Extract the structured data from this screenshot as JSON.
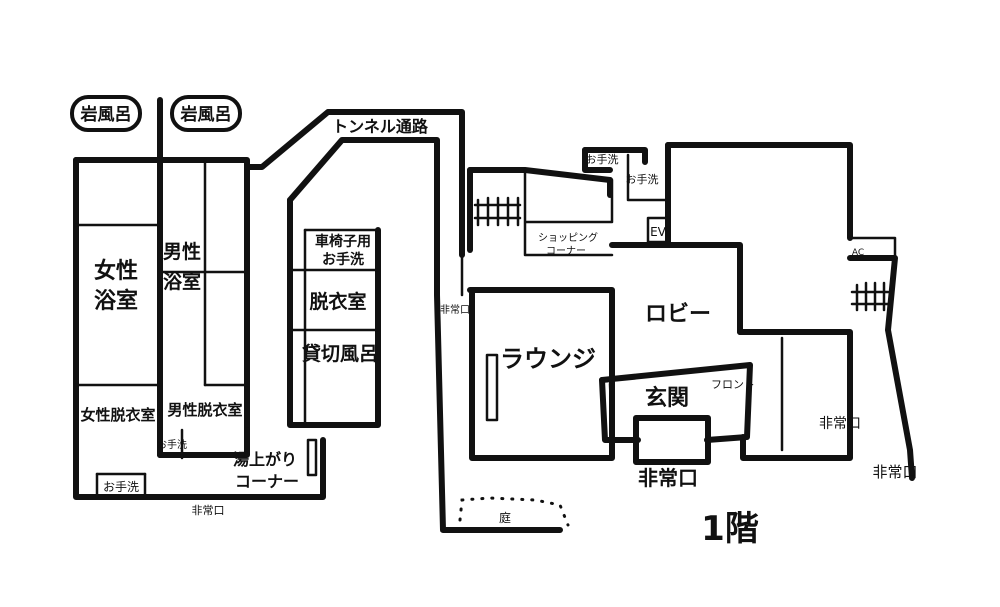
{
  "floor_label": "1階",
  "rooms": {
    "rock_bath_left": "岩風呂",
    "rock_bath_right": "岩風呂",
    "womens_bath_1": "女性",
    "womens_bath_2": "浴室",
    "mens_bath_1": "男性",
    "mens_bath_2": "浴室",
    "womens_changing": "女性脱衣室",
    "mens_changing": "男性脱衣室",
    "toilet_small": "お手洗",
    "toilet_bottom": "お手洗",
    "yuagari_1": "湯上がり",
    "yuagari_2": "コーナー",
    "emergency_bottom_left": "非常口",
    "tunnel": "トンネル通路",
    "wheelchair_1": "車椅子用",
    "wheelchair_2": "お手洗",
    "changing_room": "脱衣室",
    "private_bath": "貸切風呂",
    "emergency_side": "非常口",
    "garden": "庭",
    "shopping_1": "ショッピング",
    "shopping_2": "コーナー",
    "toilet_top": "お手洗",
    "toilet_top2": "お手洗",
    "ev": "EV",
    "lounge": "ラウンジ",
    "lobby": "ロビー",
    "entrance": "玄関",
    "front": "フロント",
    "emergency_entrance": "非常口",
    "emergency_right_inner": "非常口",
    "emergency_right": "非常口",
    "ac": "AC"
  }
}
